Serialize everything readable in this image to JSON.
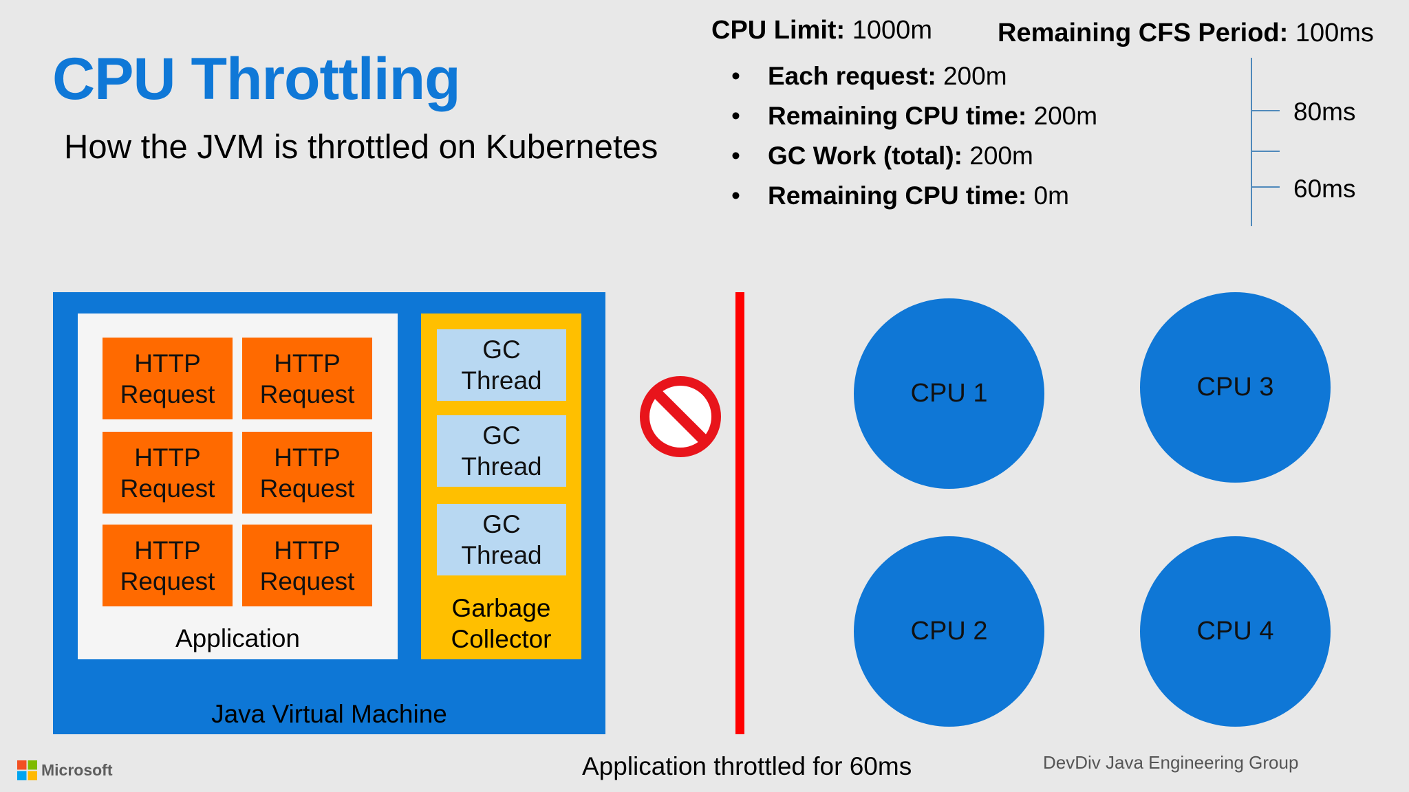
{
  "slide": {
    "title": "CPU Throttling",
    "subtitle": "How the JVM is throttled on Kubernetes"
  },
  "info": {
    "cpu_limit": {
      "label": "CPU Limit:",
      "value": "1000m"
    },
    "cfs_period": {
      "label": "Remaining CFS Period:",
      "value": "100ms"
    },
    "bullets": [
      {
        "label": "Each request:",
        "value": "200m"
      },
      {
        "label": "Remaining CPU time:",
        "value": "200m"
      },
      {
        "label": "GC Work (total):",
        "value": "200m"
      },
      {
        "label": "Remaining CPU time:",
        "value": "0m"
      }
    ],
    "bullet_symbol": "•"
  },
  "timeline": {
    "labels": [
      "80ms",
      "60ms"
    ]
  },
  "jvm": {
    "label": "Java Virtual Machine",
    "application": {
      "label": "Application",
      "requests": [
        {
          "line1": "HTTP",
          "line2": "Request"
        },
        {
          "line1": "HTTP",
          "line2": "Request"
        },
        {
          "line1": "HTTP",
          "line2": "Request"
        },
        {
          "line1": "HTTP",
          "line2": "Request"
        },
        {
          "line1": "HTTP",
          "line2": "Request"
        },
        {
          "line1": "HTTP",
          "line2": "Request"
        }
      ]
    },
    "gc": {
      "label_line1": "Garbage",
      "label_line2": "Collector",
      "threads": [
        {
          "line1": "GC",
          "line2": "Thread"
        },
        {
          "line1": "GC",
          "line2": "Thread"
        },
        {
          "line1": "GC",
          "line2": "Thread"
        }
      ]
    }
  },
  "cpus": [
    "CPU 1",
    "CPU 2",
    "CPU 3",
    "CPU 4"
  ],
  "icons": {
    "block": "prohibited-icon",
    "logo": "microsoft-logo-icon"
  },
  "colors": {
    "title": "#0f78d7",
    "jvm": "#0e77d6",
    "http": "#ff6a00",
    "gc_box": "#ffbf00",
    "gc_thread": "#b8d8f2",
    "cpu": "#0f77d6",
    "barrier": "#ff0000"
  },
  "footer": {
    "caption": "Application throttled for 60ms",
    "group": "DevDiv Java Engineering Group",
    "brand": "Microsoft"
  }
}
